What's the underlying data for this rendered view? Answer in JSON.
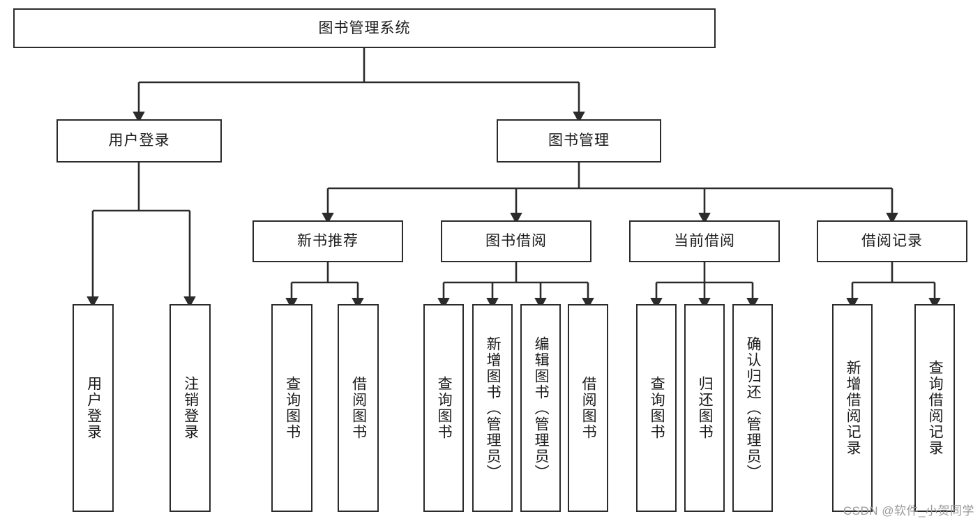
{
  "diagram": {
    "title": "图书管理系统",
    "type": "tree-hierarchy",
    "root": {
      "label": "图书管理系统"
    },
    "level2": [
      {
        "label": "用户登录"
      },
      {
        "label": "图书管理"
      }
    ],
    "level3": [
      {
        "label": "新书推荐"
      },
      {
        "label": "图书借阅"
      },
      {
        "label": "当前借阅"
      },
      {
        "label": "借阅记录"
      }
    ],
    "leaves": {
      "user_login": [
        {
          "label": "用户登录"
        },
        {
          "label": "注销登录"
        }
      ],
      "new_book_recommend": [
        {
          "label": "查询图书"
        },
        {
          "label": "借阅图书"
        }
      ],
      "book_borrow": [
        {
          "label": "查询图书"
        },
        {
          "label": "新增图书（管理员）"
        },
        {
          "label": "编辑图书（管理员）"
        },
        {
          "label": "借阅图书"
        }
      ],
      "current_borrow": [
        {
          "label": "查询图书"
        },
        {
          "label": "归还图书"
        },
        {
          "label": "确认归还（管理员）"
        }
      ],
      "borrow_record": [
        {
          "label": "新增借阅记录"
        },
        {
          "label": "查询借阅记录"
        }
      ]
    }
  },
  "watermark": {
    "text": "CSDN @软件_小贺同学"
  },
  "colors": {
    "stroke": "#2b2b2b",
    "fill": "#ffffff",
    "text": "#1a1a1a",
    "watermark": "#9a9a9a"
  }
}
